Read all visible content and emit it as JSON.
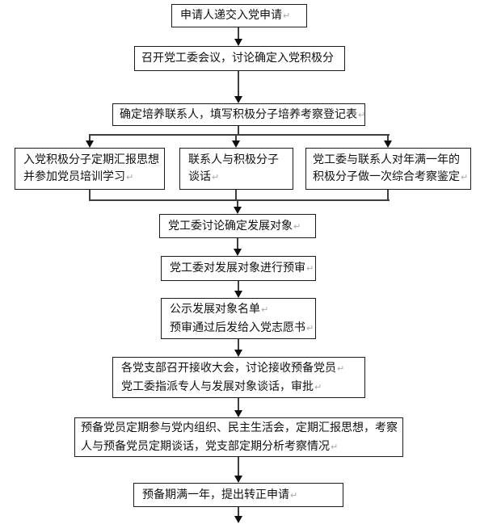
{
  "style": {
    "background": "#ffffff",
    "box_border": "#1b1b1b",
    "connector": "#3e3e3e",
    "arrowhead": "#0f0f0f",
    "text": "#111111",
    "paragraph_mark_color": "#a9a9a9"
  },
  "flowchart": {
    "nodes": [
      {
        "id": "submit-application",
        "lines": [
          {
            "text": "申请人递交入党申请",
            "mark": "↵"
          }
        ]
      },
      {
        "id": "committee-meeting-determine-activists",
        "lines": [
          {
            "text": "召开党工委会议，讨论确定入党积极分"
          }
        ]
      },
      {
        "id": "assign-contacts-fill-form",
        "lines": [
          {
            "text": "确定培养联系人，填写积极分子培养考察登记表",
            "mark": "↵"
          }
        ]
      },
      {
        "id": "activist-reports-training",
        "lines": [
          {
            "text": "入党积极分子定期汇报思想"
          },
          {
            "text": "并参加党员培训学习",
            "mark": "↵"
          }
        ]
      },
      {
        "id": "contact-talks-with-activist",
        "lines": [
          {
            "text": "联系人与积极分子"
          },
          {
            "text": "谈话",
            "mark": "↵"
          }
        ]
      },
      {
        "id": "annual-comprehensive-assessment",
        "lines": [
          {
            "text": "党工委与联系人对年满一年的"
          },
          {
            "text": "积极分子做一次综合考察鉴定",
            "mark": "↵"
          }
        ]
      },
      {
        "id": "determine-development-targets",
        "lines": [
          {
            "text": "党工委讨论确定发展对象",
            "mark": "↵"
          }
        ]
      },
      {
        "id": "preliminary-review",
        "lines": [
          {
            "text": "党工委对发展对象进行预审",
            "mark": "↵"
          }
        ]
      },
      {
        "id": "publicize-list-issue-volunteer-form",
        "lines": [
          {
            "text": "公示发展对象名单",
            "mark": "↵"
          },
          {
            "text": "预审通过后发给入党志愿书",
            "mark": "↵"
          }
        ]
      },
      {
        "id": "branch-admission-meeting",
        "lines": [
          {
            "text": "各党支部召开接收大会，讨论接收预备党员",
            "mark": "↵"
          },
          {
            "text": "党工委指派专人与发展对象谈话，审批",
            "mark": "↵"
          }
        ]
      },
      {
        "id": "probationary-member-review",
        "lines": [
          {
            "text": "预备党员定期参与党内组织、民主生活会，定期汇报思想，考察"
          },
          {
            "text": "人与预备党员定期谈话，党支部定期分析考察情况",
            "mark": "↵"
          }
        ]
      },
      {
        "id": "apply-full-membership",
        "lines": [
          {
            "text": "预备期满一年，提出转正申请",
            "mark": "↵"
          }
        ]
      }
    ],
    "edges": [
      [
        "submit-application",
        "committee-meeting-determine-activists"
      ],
      [
        "committee-meeting-determine-activists",
        "assign-contacts-fill-form"
      ],
      [
        "assign-contacts-fill-form",
        "activist-reports-training"
      ],
      [
        "assign-contacts-fill-form",
        "contact-talks-with-activist"
      ],
      [
        "assign-contacts-fill-form",
        "annual-comprehensive-assessment"
      ],
      [
        "activist-reports-training",
        "determine-development-targets"
      ],
      [
        "contact-talks-with-activist",
        "determine-development-targets"
      ],
      [
        "annual-comprehensive-assessment",
        "determine-development-targets"
      ],
      [
        "determine-development-targets",
        "preliminary-review"
      ],
      [
        "preliminary-review",
        "publicize-list-issue-volunteer-form"
      ],
      [
        "publicize-list-issue-volunteer-form",
        "branch-admission-meeting"
      ],
      [
        "branch-admission-meeting",
        "probationary-member-review"
      ],
      [
        "probationary-member-review",
        "apply-full-membership"
      ],
      [
        "apply-full-membership",
        "continue-below"
      ]
    ]
  }
}
